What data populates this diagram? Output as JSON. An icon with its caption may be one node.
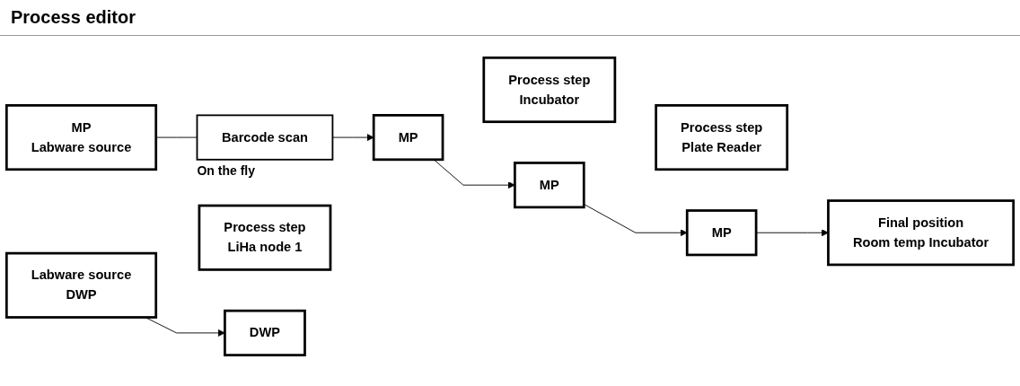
{
  "diagram": {
    "title": "Process editor",
    "nodes": [
      {
        "text": [
          "Labware source",
          "DWP"
        ]
      },
      {
        "text": [
          "MP",
          "Labware source"
        ]
      },
      {
        "text": [
          "Barcode scan"
        ],
        "beside": [
          "On the fly"
        ]
      },
      {
        "text": [
          "Process step",
          "LiHa node 1"
        ]
      },
      {
        "text": [
          "DWP"
        ]
      },
      {
        "text": [
          "MP"
        ]
      },
      {
        "text": [
          "Process step",
          "Incubator"
        ]
      },
      {
        "text": [
          "MP"
        ]
      },
      {
        "text": [
          "Process step",
          "Plate Reader"
        ]
      },
      {
        "text": [
          "MP"
        ]
      },
      {
        "text": [
          "Final position",
          "Room temp Incubator"
        ]
      }
    ],
    "edges": [
      {
        "from": 0,
        "to": 4,
        "arrow": "to"
      },
      {
        "from": 1,
        "to": 2,
        "arrow": "none"
      },
      {
        "from": 2,
        "to": 5,
        "arrow": "to"
      },
      {
        "from": 5,
        "to": 7,
        "arrow": "to"
      },
      {
        "from": 7,
        "to": 9,
        "arrow": "to"
      },
      {
        "from": 9,
        "to": 10,
        "arrow": "to"
      }
    ]
  }
}
